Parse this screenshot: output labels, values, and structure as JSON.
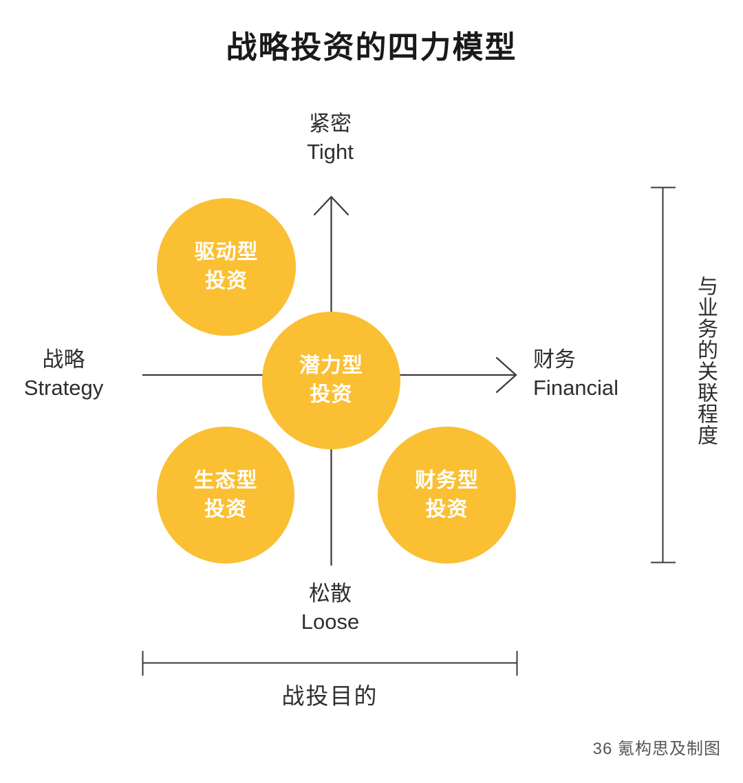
{
  "title": "战略投资的四力模型",
  "chart_data": {
    "type": "scatter",
    "title": "战略投资的四力模型",
    "xlabel": "战投目的",
    "ylabel": "与业务的关联程度",
    "axes": {
      "x": {
        "left_cn": "战略",
        "left_en": "Strategy",
        "right_cn": "财务",
        "right_en": "Financial"
      },
      "y": {
        "top_cn": "紧密",
        "top_en": "Tight",
        "bottom_cn": "松散",
        "bottom_en": "Loose"
      }
    },
    "grid": false,
    "legend": "none",
    "points": [
      {
        "name_l1": "驱动型",
        "name_l2": "投资",
        "x": "strategy",
        "y": "tight",
        "quadrant": "top-left",
        "size": 202,
        "color": "#fabf33"
      },
      {
        "name_l1": "潜力型",
        "name_l2": "投资",
        "x": "center",
        "y": "center",
        "quadrant": "center",
        "size": 201,
        "color": "#fabf33"
      },
      {
        "name_l1": "生态型",
        "name_l2": "投资",
        "x": "strategy",
        "y": "loose",
        "quadrant": "bottom-left",
        "size": 200,
        "color": "#fabf33"
      },
      {
        "name_l1": "财务型",
        "name_l2": "投资",
        "x": "financial",
        "y": "loose",
        "quadrant": "bottom-right",
        "size": 201,
        "color": "#fabf33"
      }
    ]
  },
  "axis_labels": {
    "top": {
      "cn": "紧密",
      "en": "Tight"
    },
    "bottom": {
      "cn": "松散",
      "en": "Loose"
    },
    "left": {
      "cn": "战略",
      "en": "Strategy"
    },
    "right": {
      "cn": "财务",
      "en": "Financial"
    }
  },
  "brackets": {
    "right_label": "与业务的关联程度",
    "bottom_label": "战投目的"
  },
  "bubbles": [
    {
      "line1": "驱动型",
      "line2": "投资"
    },
    {
      "line1": "潜力型",
      "line2": "投资"
    },
    {
      "line1": "生态型",
      "line2": "投资"
    },
    {
      "line1": "财务型",
      "line2": "投资"
    }
  ],
  "footer": {
    "credit": "36 氪构思及制图"
  },
  "colors": {
    "bubble": "#fabf33",
    "bubble_text": "#ffffff",
    "axis_line": "#3a3a3a",
    "title_text": "#1a1a1a",
    "label_text": "#2e2e2e",
    "footer_text": "#555555",
    "background": "#ffffff"
  }
}
